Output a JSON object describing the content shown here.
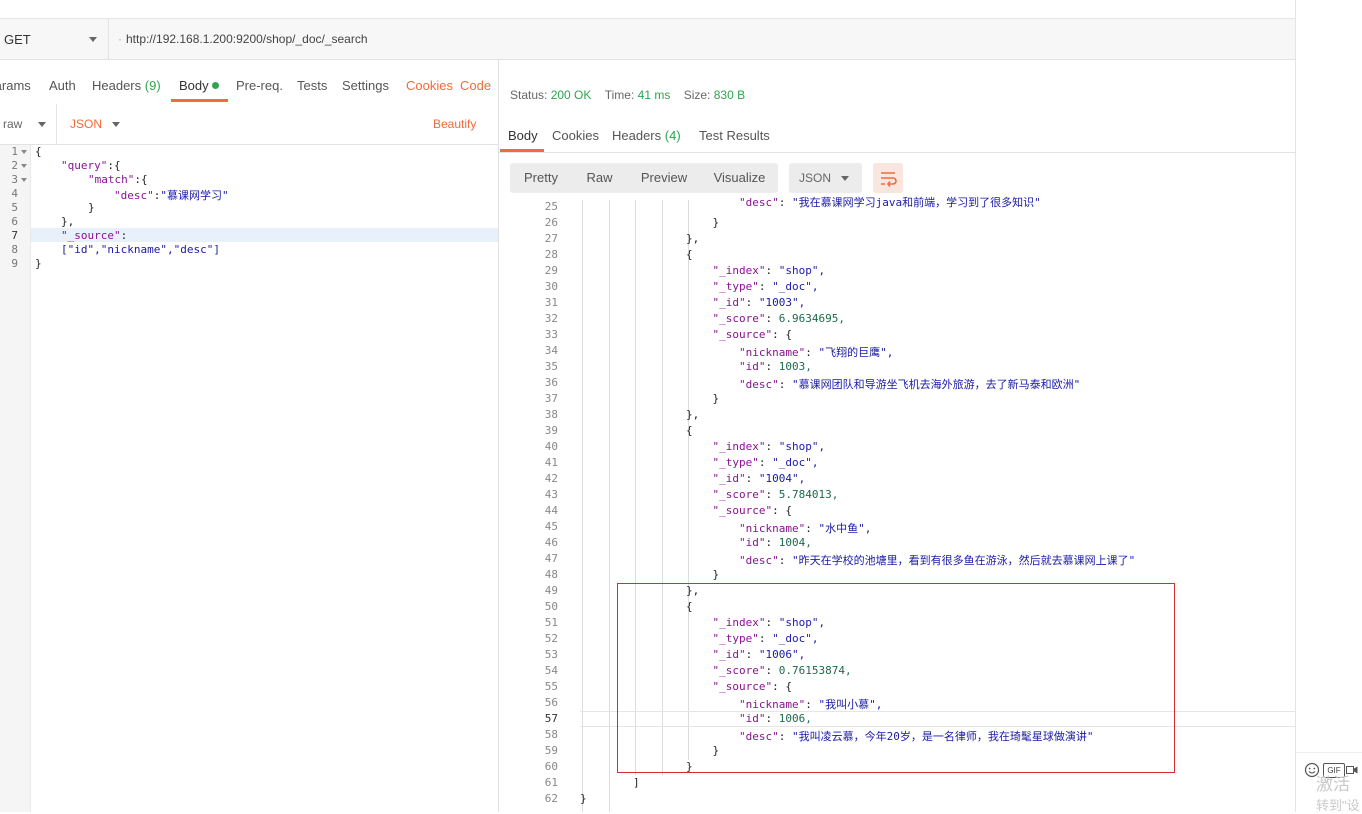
{
  "request": {
    "method": "GET",
    "url": "http://192.168.1.200:9200/shop/_doc/_search"
  },
  "request_tabs": [
    {
      "label": "Params"
    },
    {
      "label": "Auth"
    },
    {
      "label": "Headers",
      "count": "(9)"
    },
    {
      "label": "Body"
    },
    {
      "label": "Pre-req."
    },
    {
      "label": "Tests"
    },
    {
      "label": "Settings"
    }
  ],
  "request_links": {
    "cookies": "Cookies",
    "code": "Code"
  },
  "body_options": {
    "mode": "raw",
    "format": "JSON",
    "beautify": "Beautify"
  },
  "request_lines": [
    {
      "num": "1",
      "fold": true
    },
    {
      "num": "2",
      "fold": true
    },
    {
      "num": "3",
      "fold": true
    },
    {
      "num": "4"
    },
    {
      "num": "5"
    },
    {
      "num": "6"
    },
    {
      "num": "7"
    },
    {
      "num": "8"
    },
    {
      "num": "9"
    }
  ],
  "request_code": {
    "l1": "{",
    "l2_key": "\"query\"",
    "l2_rest": ":{",
    "l3_key": "\"match\"",
    "l3_rest": ":{",
    "l4_key": "\"desc\"",
    "l4_colon": ":",
    "l4_val": "\"慕课网学习\"",
    "l5": "}",
    "l6": "},",
    "l7_key": "\"_source\"",
    "l7_rest": ":",
    "l8": "[\"id\",\"nickname\",\"desc\"]",
    "l9": "}"
  },
  "response_meta": {
    "status_label": "Status:",
    "status": "200 OK",
    "time_label": "Time:",
    "time": "41 ms",
    "size_label": "Size:",
    "size": "830 B"
  },
  "response_tabs": [
    {
      "label": "Body"
    },
    {
      "label": "Cookies"
    },
    {
      "label": "Headers",
      "count": "(4)"
    },
    {
      "label": "Test Results"
    }
  ],
  "view_buttons": [
    "Pretty",
    "Raw",
    "Preview",
    "Visualize"
  ],
  "view_format": "JSON",
  "response_lines": [
    {
      "num": "25",
      "indent": 8,
      "key": "\"desc\"",
      "val": "\"我在慕课网学习java和前端，学习到了很多知识\"",
      "type": "s",
      "cut": true
    },
    {
      "num": "26",
      "indent": 7,
      "text": "}"
    },
    {
      "num": "27",
      "indent": 6,
      "text": "},"
    },
    {
      "num": "28",
      "indent": 6,
      "text": "{"
    },
    {
      "num": "29",
      "indent": 7,
      "key": "\"_index\"",
      "val": "\"shop\",",
      "type": "s"
    },
    {
      "num": "30",
      "indent": 7,
      "key": "\"_type\"",
      "val": "\"_doc\",",
      "type": "s"
    },
    {
      "num": "31",
      "indent": 7,
      "key": "\"_id\"",
      "val": "\"1003\",",
      "type": "s"
    },
    {
      "num": "32",
      "indent": 7,
      "key": "\"_score\"",
      "val": "6.9634695,",
      "type": "n"
    },
    {
      "num": "33",
      "indent": 7,
      "key": "\"_source\"",
      "val": "{",
      "type": "p"
    },
    {
      "num": "34",
      "indent": 8,
      "key": "\"nickname\"",
      "val": "\"飞翔的巨鹰\",",
      "type": "s"
    },
    {
      "num": "35",
      "indent": 8,
      "key": "\"id\"",
      "val": "1003,",
      "type": "n"
    },
    {
      "num": "36",
      "indent": 8,
      "key": "\"desc\"",
      "val": "\"慕课网团队和导游坐飞机去海外旅游，去了新马泰和欧洲\"",
      "type": "s"
    },
    {
      "num": "37",
      "indent": 7,
      "text": "}"
    },
    {
      "num": "38",
      "indent": 6,
      "text": "},"
    },
    {
      "num": "39",
      "indent": 6,
      "text": "{"
    },
    {
      "num": "40",
      "indent": 7,
      "key": "\"_index\"",
      "val": "\"shop\",",
      "type": "s"
    },
    {
      "num": "41",
      "indent": 7,
      "key": "\"_type\"",
      "val": "\"_doc\",",
      "type": "s"
    },
    {
      "num": "42",
      "indent": 7,
      "key": "\"_id\"",
      "val": "\"1004\",",
      "type": "s"
    },
    {
      "num": "43",
      "indent": 7,
      "key": "\"_score\"",
      "val": "5.784013,",
      "type": "n"
    },
    {
      "num": "44",
      "indent": 7,
      "key": "\"_source\"",
      "val": "{",
      "type": "p"
    },
    {
      "num": "45",
      "indent": 8,
      "key": "\"nickname\"",
      "val": "\"水中鱼\",",
      "type": "s"
    },
    {
      "num": "46",
      "indent": 8,
      "key": "\"id\"",
      "val": "1004,",
      "type": "n"
    },
    {
      "num": "47",
      "indent": 8,
      "key": "\"desc\"",
      "val": "\"昨天在学校的池塘里，看到有很多鱼在游泳，然后就去慕课网上课了\"",
      "type": "s"
    },
    {
      "num": "48",
      "indent": 7,
      "text": "}"
    },
    {
      "num": "49",
      "indent": 6,
      "text": "},"
    },
    {
      "num": "50",
      "indent": 6,
      "text": "{"
    },
    {
      "num": "51",
      "indent": 7,
      "key": "\"_index\"",
      "val": "\"shop\",",
      "type": "s"
    },
    {
      "num": "52",
      "indent": 7,
      "key": "\"_type\"",
      "val": "\"_doc\",",
      "type": "s"
    },
    {
      "num": "53",
      "indent": 7,
      "key": "\"_id\"",
      "val": "\"1006\",",
      "type": "s"
    },
    {
      "num": "54",
      "indent": 7,
      "key": "\"_score\"",
      "val": "0.76153874,",
      "type": "n"
    },
    {
      "num": "55",
      "indent": 7,
      "key": "\"_source\"",
      "val": "{",
      "type": "p"
    },
    {
      "num": "56",
      "indent": 8,
      "key": "\"nickname\"",
      "val": "\"我叫小慕\",",
      "type": "s"
    },
    {
      "num": "57",
      "indent": 8,
      "key": "\"id\"",
      "val": "1006,",
      "type": "n"
    },
    {
      "num": "58",
      "indent": 8,
      "key": "\"desc\"",
      "val": "\"我叫凌云慕，今年20岁，是一名律师，我在琦髦星球做演讲\"",
      "type": "s"
    },
    {
      "num": "59",
      "indent": 7,
      "text": "}"
    },
    {
      "num": "60",
      "indent": 6,
      "text": "}"
    },
    {
      "num": "61",
      "indent": 4,
      "text": "]"
    },
    {
      "num": "62",
      "indent": 2,
      "text": "}"
    }
  ],
  "side_strip": {
    "gif_label": "GIF",
    "watermark_line1": "激活",
    "watermark_line2": "转到\"设"
  },
  "colors": {
    "accent": "#f26b3a",
    "success": "#2ea44f",
    "highlight_box": "#d92d2d"
  }
}
